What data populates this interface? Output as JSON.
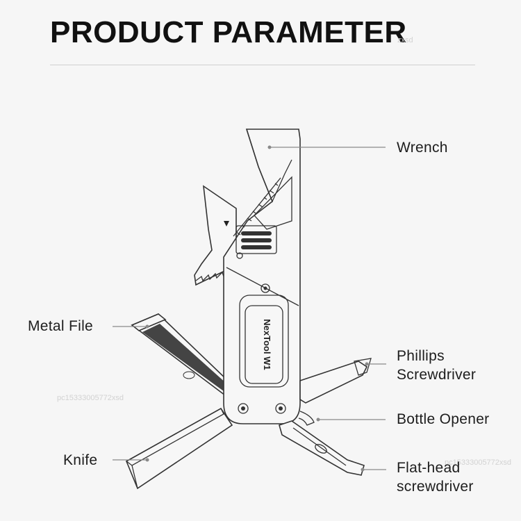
{
  "title": "PRODUCT PARAMETER",
  "brand": {
    "logo_text": "NexTool W1"
  },
  "watermarks": [
    "zxsd",
    "pc15333005772xsd",
    "pc15333005772xsd"
  ],
  "labels": {
    "wrench": "Wrench",
    "metal_file": "Metal File",
    "phillips": [
      "Phillips",
      "Screwdriver"
    ],
    "bottle_opener": "Bottle Opener",
    "knife": "Knife",
    "flathead": [
      "Flat-head",
      "screwdriver"
    ]
  },
  "colors": {
    "background": "#f6f6f6",
    "outline": "#333333",
    "leader": "#8a8a8a",
    "text": "#1d1d1d"
  }
}
